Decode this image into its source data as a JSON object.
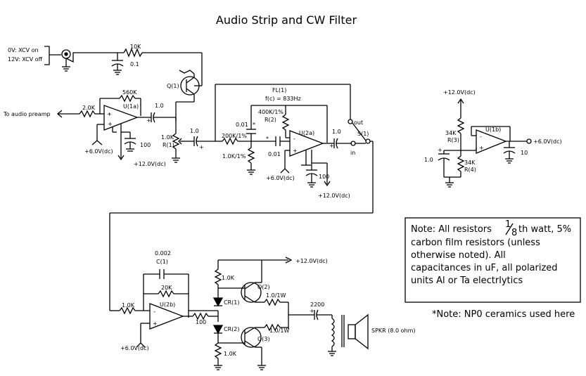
{
  "title": "Audio Strip and CW Filter",
  "inputs": {
    "xcv_on": "0V: XCV on",
    "xcv_off": "12V: XCV off",
    "to_preamp": "To audio preamp"
  },
  "parts": {
    "r_10k": "10K",
    "c_01": "0.1",
    "q1": "Q(1)",
    "r_560k": "560K",
    "u1a": "U(1a)",
    "c1_0a": "1.0",
    "r_2k": "2.0K",
    "c_100a": "100",
    "v6a": "+6.0V(dc)",
    "v12a": "+12.0V(dc)",
    "r_1k_pot": "1.0K",
    "r1": "R(1)",
    "c1_0b": "1.0",
    "fl1": "FL(1)",
    "fc": "f(c) = 833Hz",
    "r_400k": "400K/1%",
    "r2": "R(2)",
    "c_001a": "0.01",
    "star": "*",
    "r_200k": "200K/1%",
    "r_1k1": "1.0K/1%",
    "c_001b": "0.01",
    "u2a": "U(2a)",
    "c1_0c": "1.0",
    "s1": "S(1)",
    "out": "out",
    "in": "in",
    "v6b": "+6.0V(dc)",
    "c_100b": "100",
    "v12b": "+12.0V(dc)",
    "v12c": "+12.0V(dc)",
    "r_34ka": "34K",
    "r3": "R(3)",
    "r_34kb": "34K",
    "r4": "R(4)",
    "u1b": "U(1b)",
    "c1_0d": "1.0",
    "c_10": "10",
    "v6c": "+6.0V(dc)",
    "c_0002": "0.002",
    "c1": "C(1)",
    "r_20k": "20K",
    "r_1ka": "1.0K",
    "u2b": "U(2b)",
    "v6d": "+6.0V(dc)",
    "r_100": "100",
    "cr1": "CR(1)",
    "cr2": "CR(2)",
    "r_1kb": "1.0K",
    "r_1kc": "1.0K",
    "q2": "Q(2)",
    "q3": "Q(3)",
    "r_1w_a": "1.0/1W",
    "r_1w_b": "1.0/1W",
    "v12d": "+12.0V(dc)",
    "c_2200": "2200",
    "spkr": "SPKR (8.0 ohm)",
    "plus": "+"
  },
  "notes": {
    "line1a": "Note: All resistors",
    "frac_num": "1",
    "frac_den": "8",
    "line1b": "th watt, 5%",
    "line2": "carbon film resistors (unless",
    "line3": "otherwise noted). All",
    "line4": "capacitances in uF, all polarized",
    "line5": "units Al or Ta electrlytics",
    "footnote": "*Note: NP0 ceramics used here"
  }
}
